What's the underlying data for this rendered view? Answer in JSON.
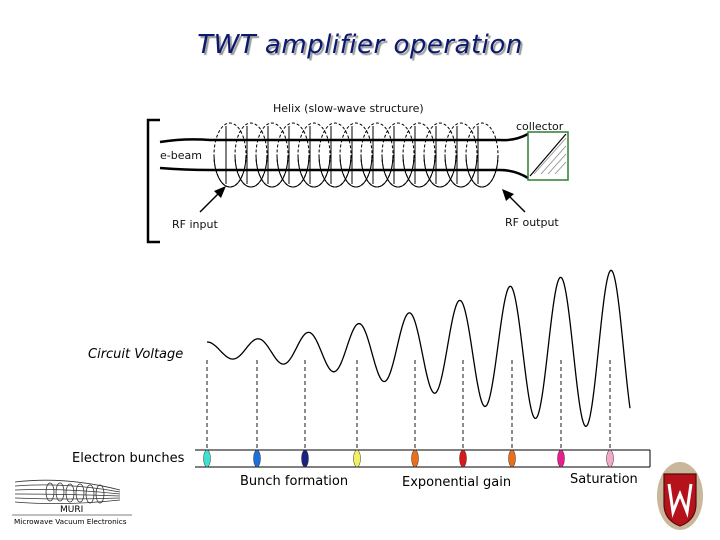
{
  "slide": {
    "title": "TWT amplifier operation"
  },
  "tube": {
    "helix_label": "Helix (slow-wave structure)",
    "collector_label": "collector",
    "beam_label": "e-beam",
    "rf_input_label": "RF input",
    "rf_output_label": "RF output"
  },
  "waveform": {
    "circuit_voltage_label": "Circuit Voltage",
    "electron_bunches_label": "Electron bunches"
  },
  "stages": {
    "bunch_formation": "Bunch formation",
    "exponential_gain": "Exponential gain",
    "saturation": "Saturation"
  },
  "bunch_colors": [
    "#40e0d0",
    "#1e6fd9",
    "#1a237e",
    "#f2ef60",
    "#e8701a",
    "#d61a1a",
    "#e8701a",
    "#e91e8c",
    "#f3a8c8"
  ],
  "logo": {
    "muri_text": "MURI",
    "org_text": "Microwave Vacuum Electronics"
  }
}
